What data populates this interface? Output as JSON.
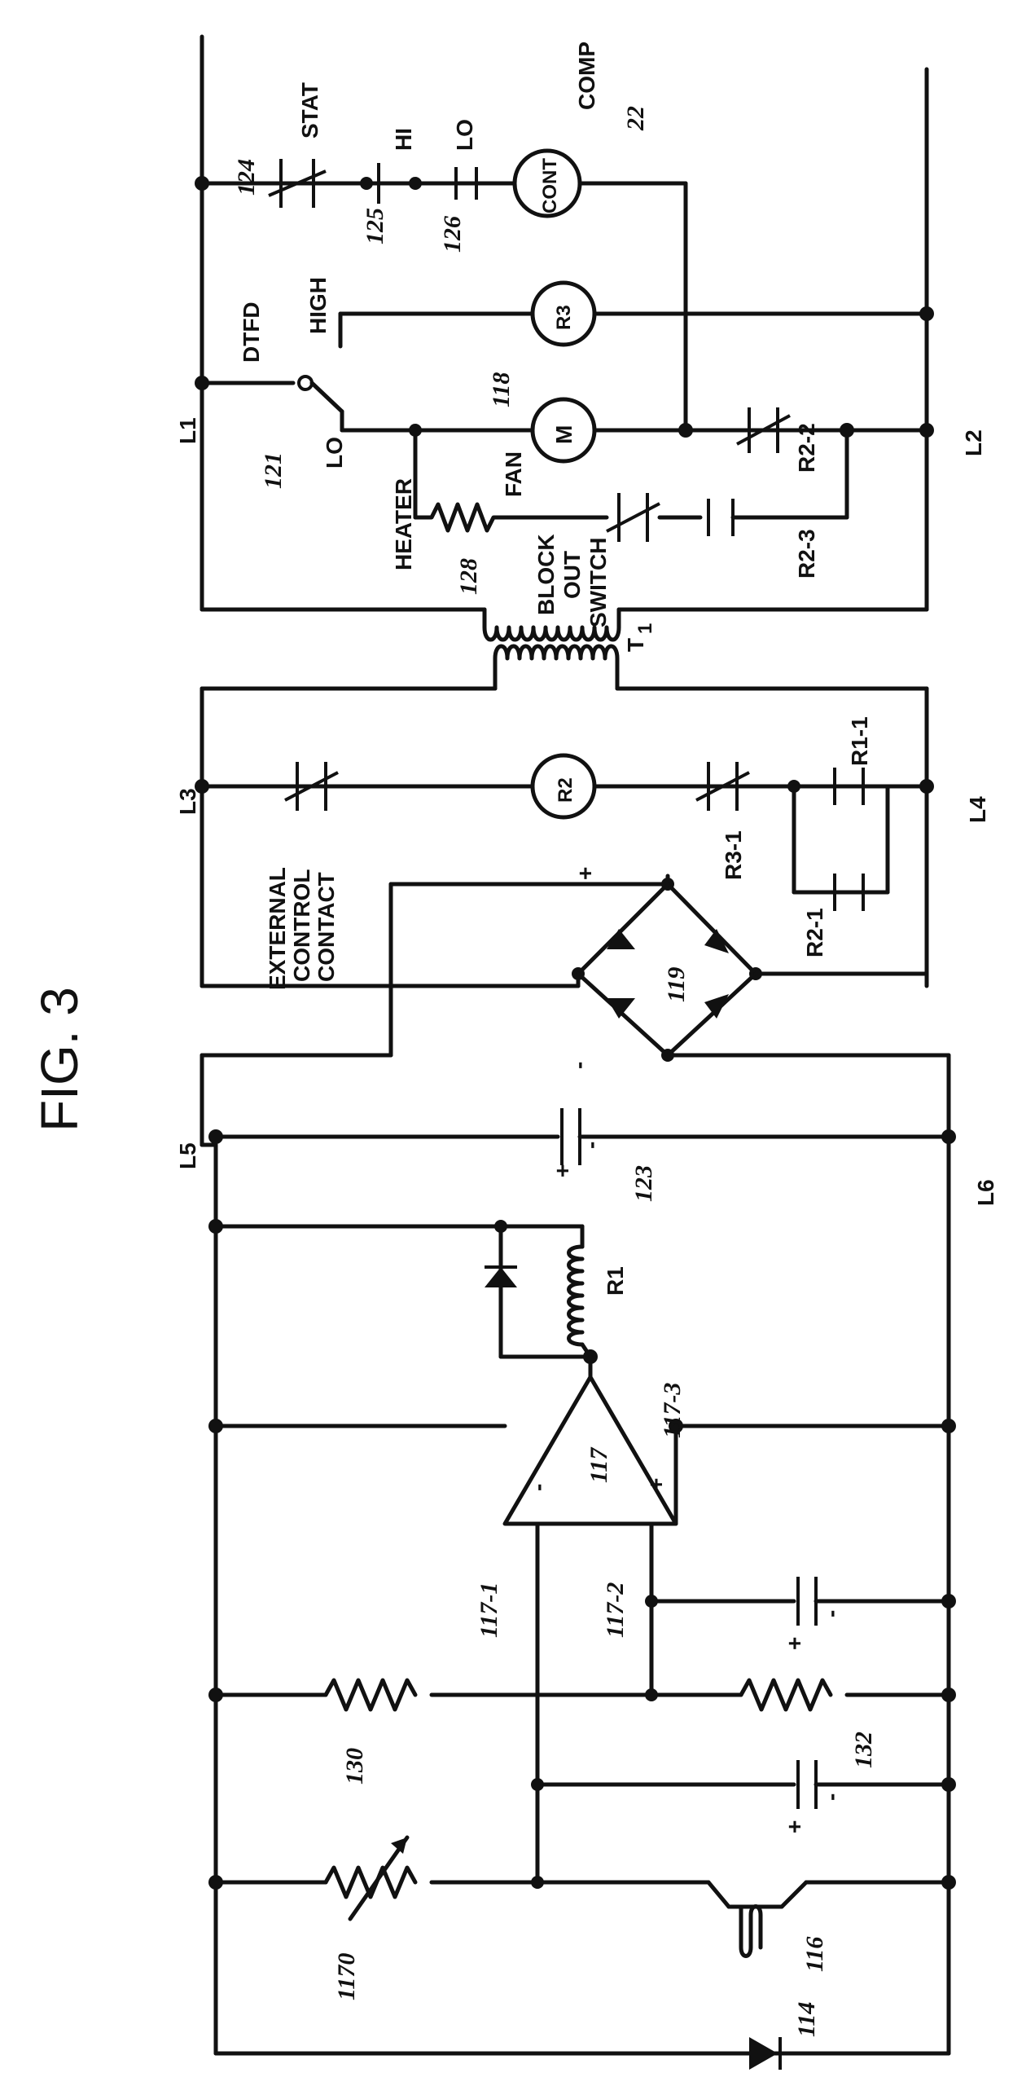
{
  "figure_title": "FIG. 3",
  "lines": {
    "L1": "L1",
    "L2": "L2",
    "L3": "L3",
    "L4": "L4",
    "L5": "L5",
    "L6": "L6"
  },
  "components": {
    "stat": "STAT",
    "hi": "HI",
    "lo": "LO",
    "comp": "COMP",
    "cont": "CONT",
    "dtfd": "DTFD",
    "high": "HIGH",
    "lo_switch": "LO",
    "r3": "R3",
    "m": "M",
    "r2_2": "R2-2",
    "heater": "HEATER",
    "fan": "FAN",
    "block_out_switch_1": "BLOCK",
    "block_out_switch_2": "OUT",
    "block_out_switch_3": "SWITCH",
    "r2_3": "R2-3",
    "t1": "T",
    "t1_sub": "1",
    "external_1": "EXTERNAL",
    "external_2": "CONTROL",
    "external_3": "CONTACT",
    "r2": "R2",
    "r3_1": "R3-1",
    "r1_1": "R1-1",
    "r2_1": "R2-1",
    "plus": "+",
    "minus": "-",
    "r1": "R1"
  },
  "refs": {
    "r124": "124",
    "r125": "125",
    "r126": "126",
    "r22": "22",
    "r121": "121",
    "r118": "118",
    "r128": "128",
    "r119": "119",
    "r123": "123",
    "r117": "117",
    "r117_1": "117-1",
    "r117_2": "117-2",
    "r117_3": "117-3",
    "r130": "130",
    "r132": "132",
    "r1170": "1170",
    "r114": "114",
    "r116": "116"
  }
}
